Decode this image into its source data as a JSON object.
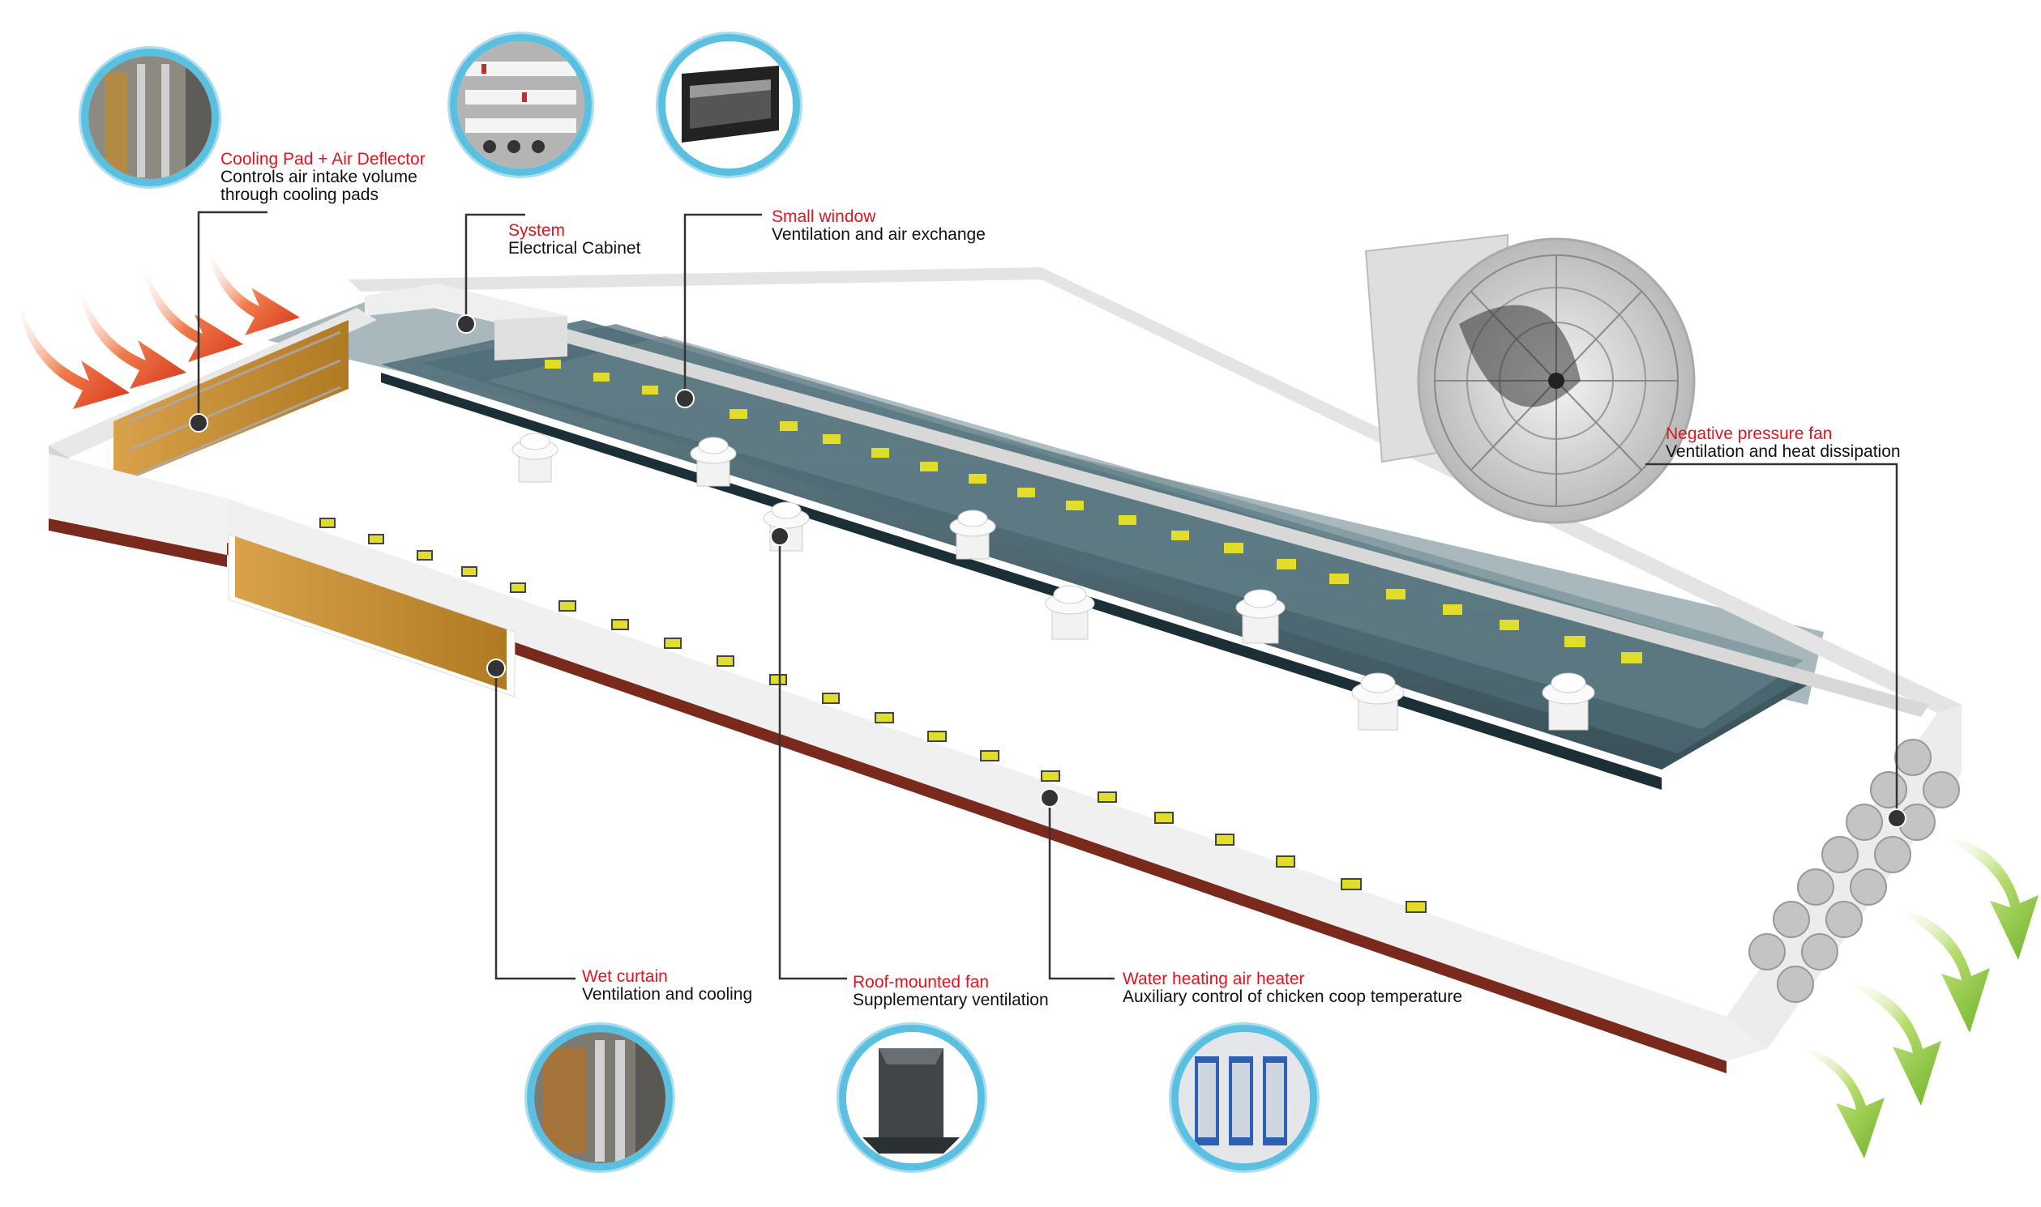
{
  "colors": {
    "title_red": "#e0141e",
    "thumb_ring": "#5bbfe0",
    "inlet_arrow": "#e8452a",
    "outlet_arrow": "#8cc63f",
    "wall": "#eeeeee",
    "base": "#7a2a1c",
    "pad": "#c9902e",
    "window": "#e2dc2a",
    "cage": "#3e5a64"
  },
  "callouts": {
    "cooling_pad": {
      "title": "Cooling Pad + Air Deflector",
      "desc1": "Controls air intake volume",
      "desc2": "through cooling pads",
      "icon": "cooling-pad-photo"
    },
    "cabinet": {
      "title": "System",
      "desc": "Electrical Cabinet",
      "icon": "electrical-cabinet-photo"
    },
    "small_window": {
      "title": "Small window",
      "desc": "Ventilation and air exchange",
      "icon": "air-inlet-window-photo"
    },
    "negative_fan": {
      "title": "Negative pressure fan",
      "desc": "Ventilation and heat dissipation",
      "icon": "cone-fan"
    },
    "wet_curtain": {
      "title": "Wet curtain",
      "desc": "Ventilation and cooling",
      "icon": "wet-curtain-photo"
    },
    "roof_fan": {
      "title": "Roof-mounted fan",
      "desc": "Supplementary ventilation",
      "icon": "roof-fan-photo"
    },
    "air_heater": {
      "title": "Water heating air heater",
      "desc": "Auxiliary control of chicken coop temperature",
      "icon": "air-heater-photo"
    }
  }
}
